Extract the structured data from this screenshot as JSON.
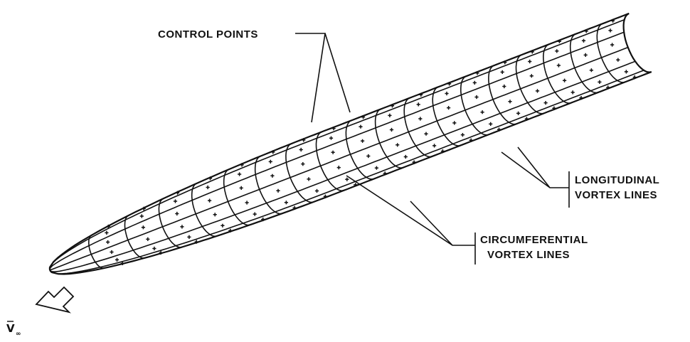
{
  "labels": {
    "control_points": "CONTROL POINTS",
    "longitudinal_line1": "LONGITUDINAL",
    "longitudinal_line2": "VORTEX LINES",
    "circumferential_line1": "CIRCUMFERENTIAL",
    "circumferential_line2": "VORTEX LINES",
    "freestream_symbol": "V",
    "freestream_subscript": "∞"
  },
  "colors": {
    "ink": "#111111",
    "background": "#ffffff"
  },
  "icons": {
    "flow_arrow": "hollow-arrow-icon"
  }
}
